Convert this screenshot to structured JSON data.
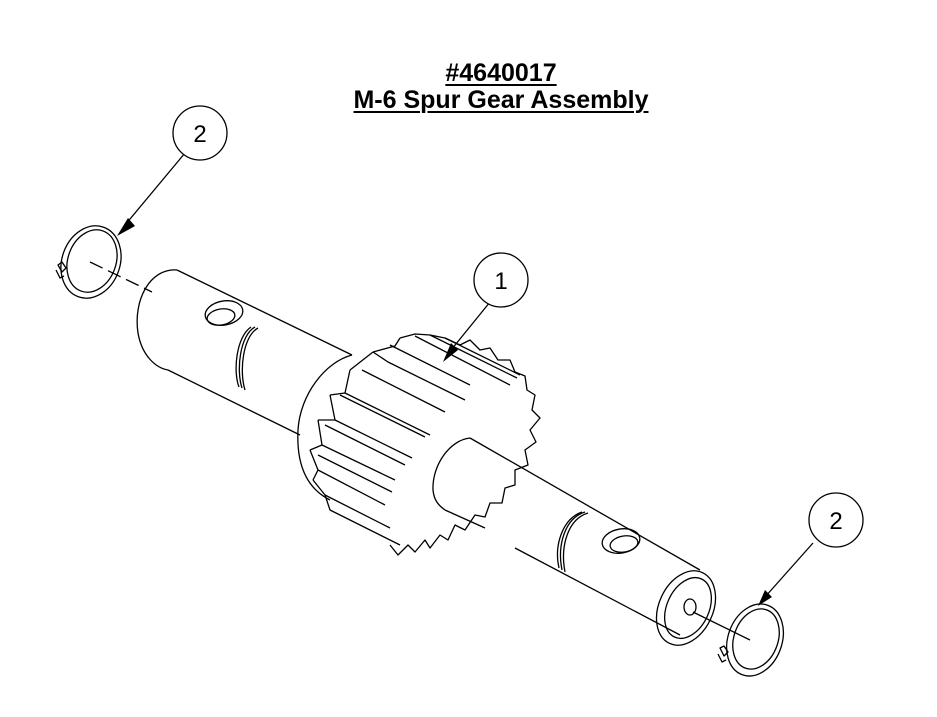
{
  "title": {
    "part_number": "#4640017",
    "assembly_name": "M-6 Spur Gear Assembly"
  },
  "callouts": [
    {
      "id": "callout-1",
      "label": "1",
      "part": "spur-gear-shaft"
    },
    {
      "id": "callout-2-left",
      "label": "2",
      "part": "retaining-ring-left"
    },
    {
      "id": "callout-2-right",
      "label": "2",
      "part": "retaining-ring-right"
    }
  ],
  "colors": {
    "line": "#000000",
    "background": "#ffffff"
  }
}
